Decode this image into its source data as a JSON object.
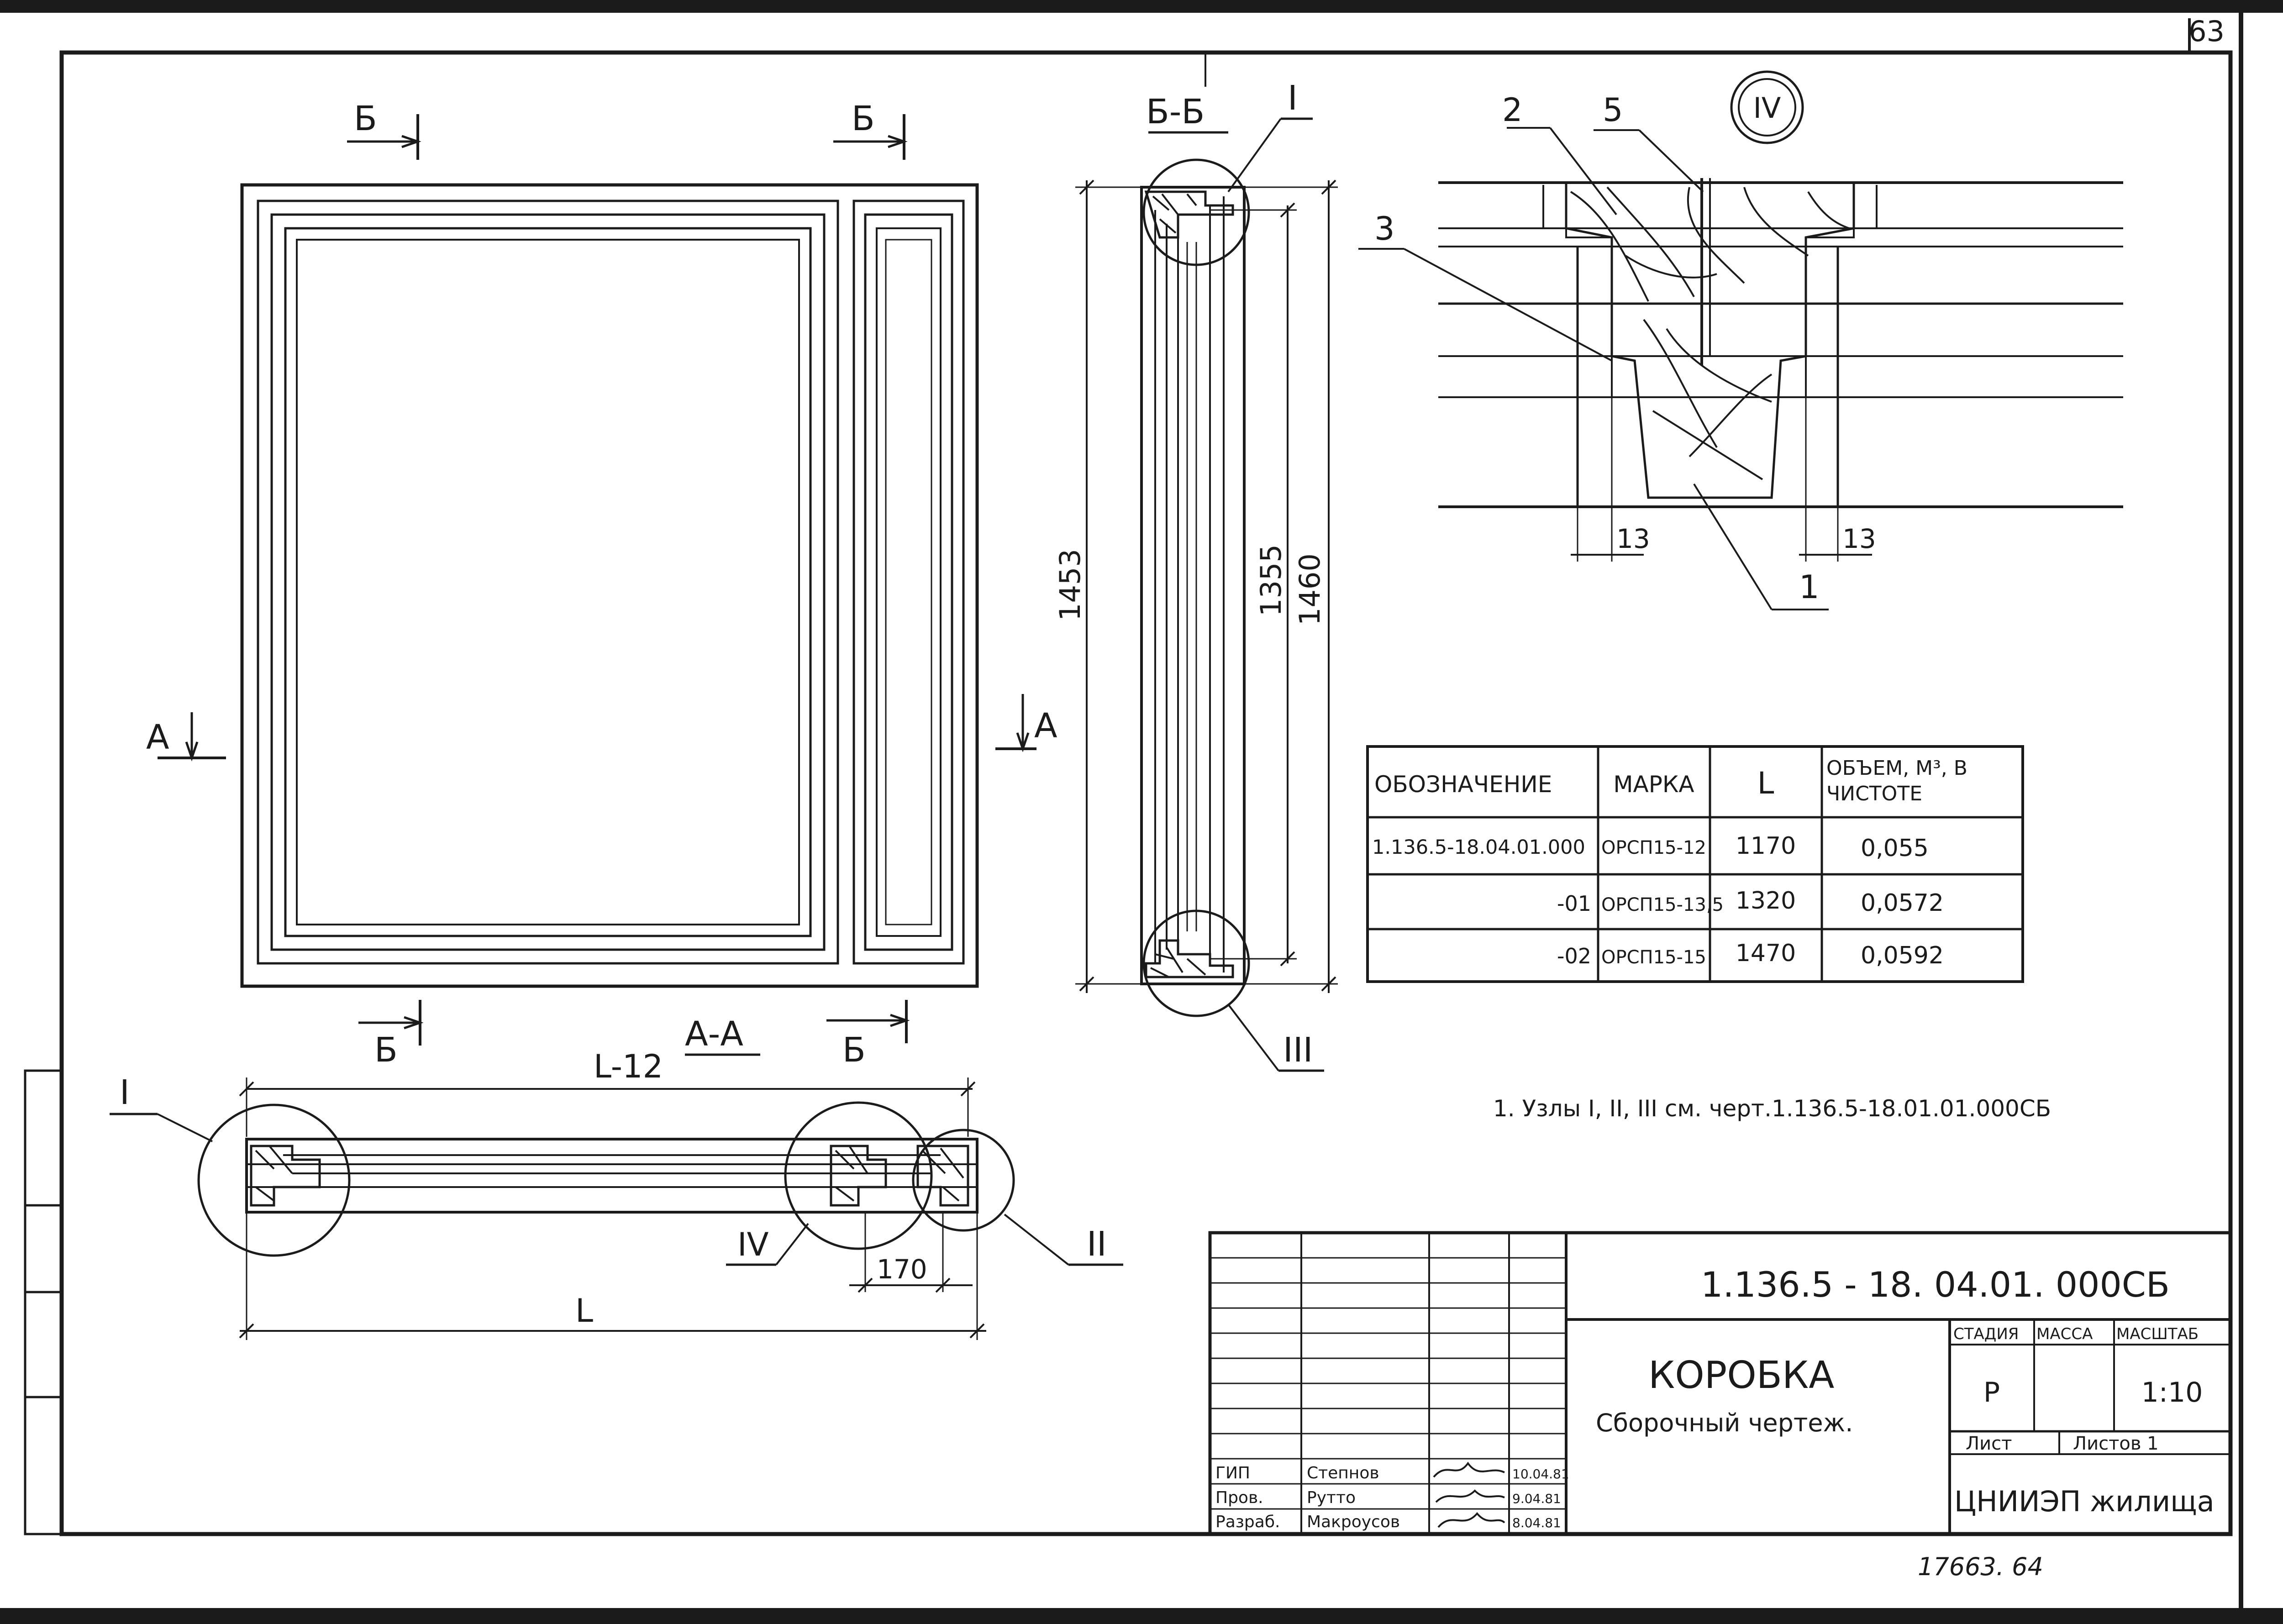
{
  "sheet_number": "63",
  "bottom_note": "17663.   64",
  "front_view": {
    "section_marks_top": [
      "Б",
      "Б"
    ],
    "section_marks_bottom": [
      "Б",
      "Б"
    ],
    "side_marks": [
      "А",
      "А"
    ]
  },
  "section_bb": {
    "title": "Б-Б",
    "callout_top": "I",
    "callout_bottom": "III",
    "dims": {
      "outer": "1453",
      "inner_a": "1355",
      "inner_b": "1460"
    }
  },
  "detail_iv": {
    "label": "IV",
    "parts": [
      "2",
      "5",
      "3",
      "1"
    ],
    "dims": [
      "13",
      "13"
    ]
  },
  "section_aa": {
    "title": "А-А",
    "dim_top": "L-12",
    "dim_bottom": "L",
    "dim_small": "170",
    "callouts": [
      "I",
      "IV",
      "II"
    ]
  },
  "spec_table": {
    "headers": [
      "ОБОЗНАЧЕНИЕ",
      "МАРКА",
      "L",
      "ОБЪЕМ, М³, В ЧИСТОТЕ"
    ],
    "rows": [
      [
        "1.136.5-18.04.01.000",
        "ОРСП15-12",
        "1170",
        "0,055"
      ],
      [
        "-01",
        "ОРСП15-13,5",
        "1320",
        "0,0572"
      ],
      [
        "-02",
        "ОРСП15-15",
        "1470",
        "0,0592"
      ]
    ]
  },
  "note": "1. Узлы I, II, III см. черт.1.136.5-18.01.01.000СБ",
  "title_block": {
    "code": "1.136.5 - 18. 04.01. 000СБ",
    "name": "КОРОБКА",
    "subname": "Сборочный чертеж.",
    "headers": [
      "СТАДИЯ",
      "МАССА",
      "МАСШТАБ"
    ],
    "stage": "Р",
    "mass": "",
    "scale": "1:10",
    "sheet_label": "Лист",
    "sheets_label": "Листов 1",
    "org": "ЦНИИЭП жилища",
    "signatures": [
      {
        "role": "ГИП",
        "name": "Степнов",
        "date": "10.04.81"
      },
      {
        "role": "Пров.",
        "name": "Рутто",
        "date": "9.04.81"
      },
      {
        "role": "Разраб.",
        "name": "Макроусов",
        "date": "8.04.81"
      }
    ]
  }
}
